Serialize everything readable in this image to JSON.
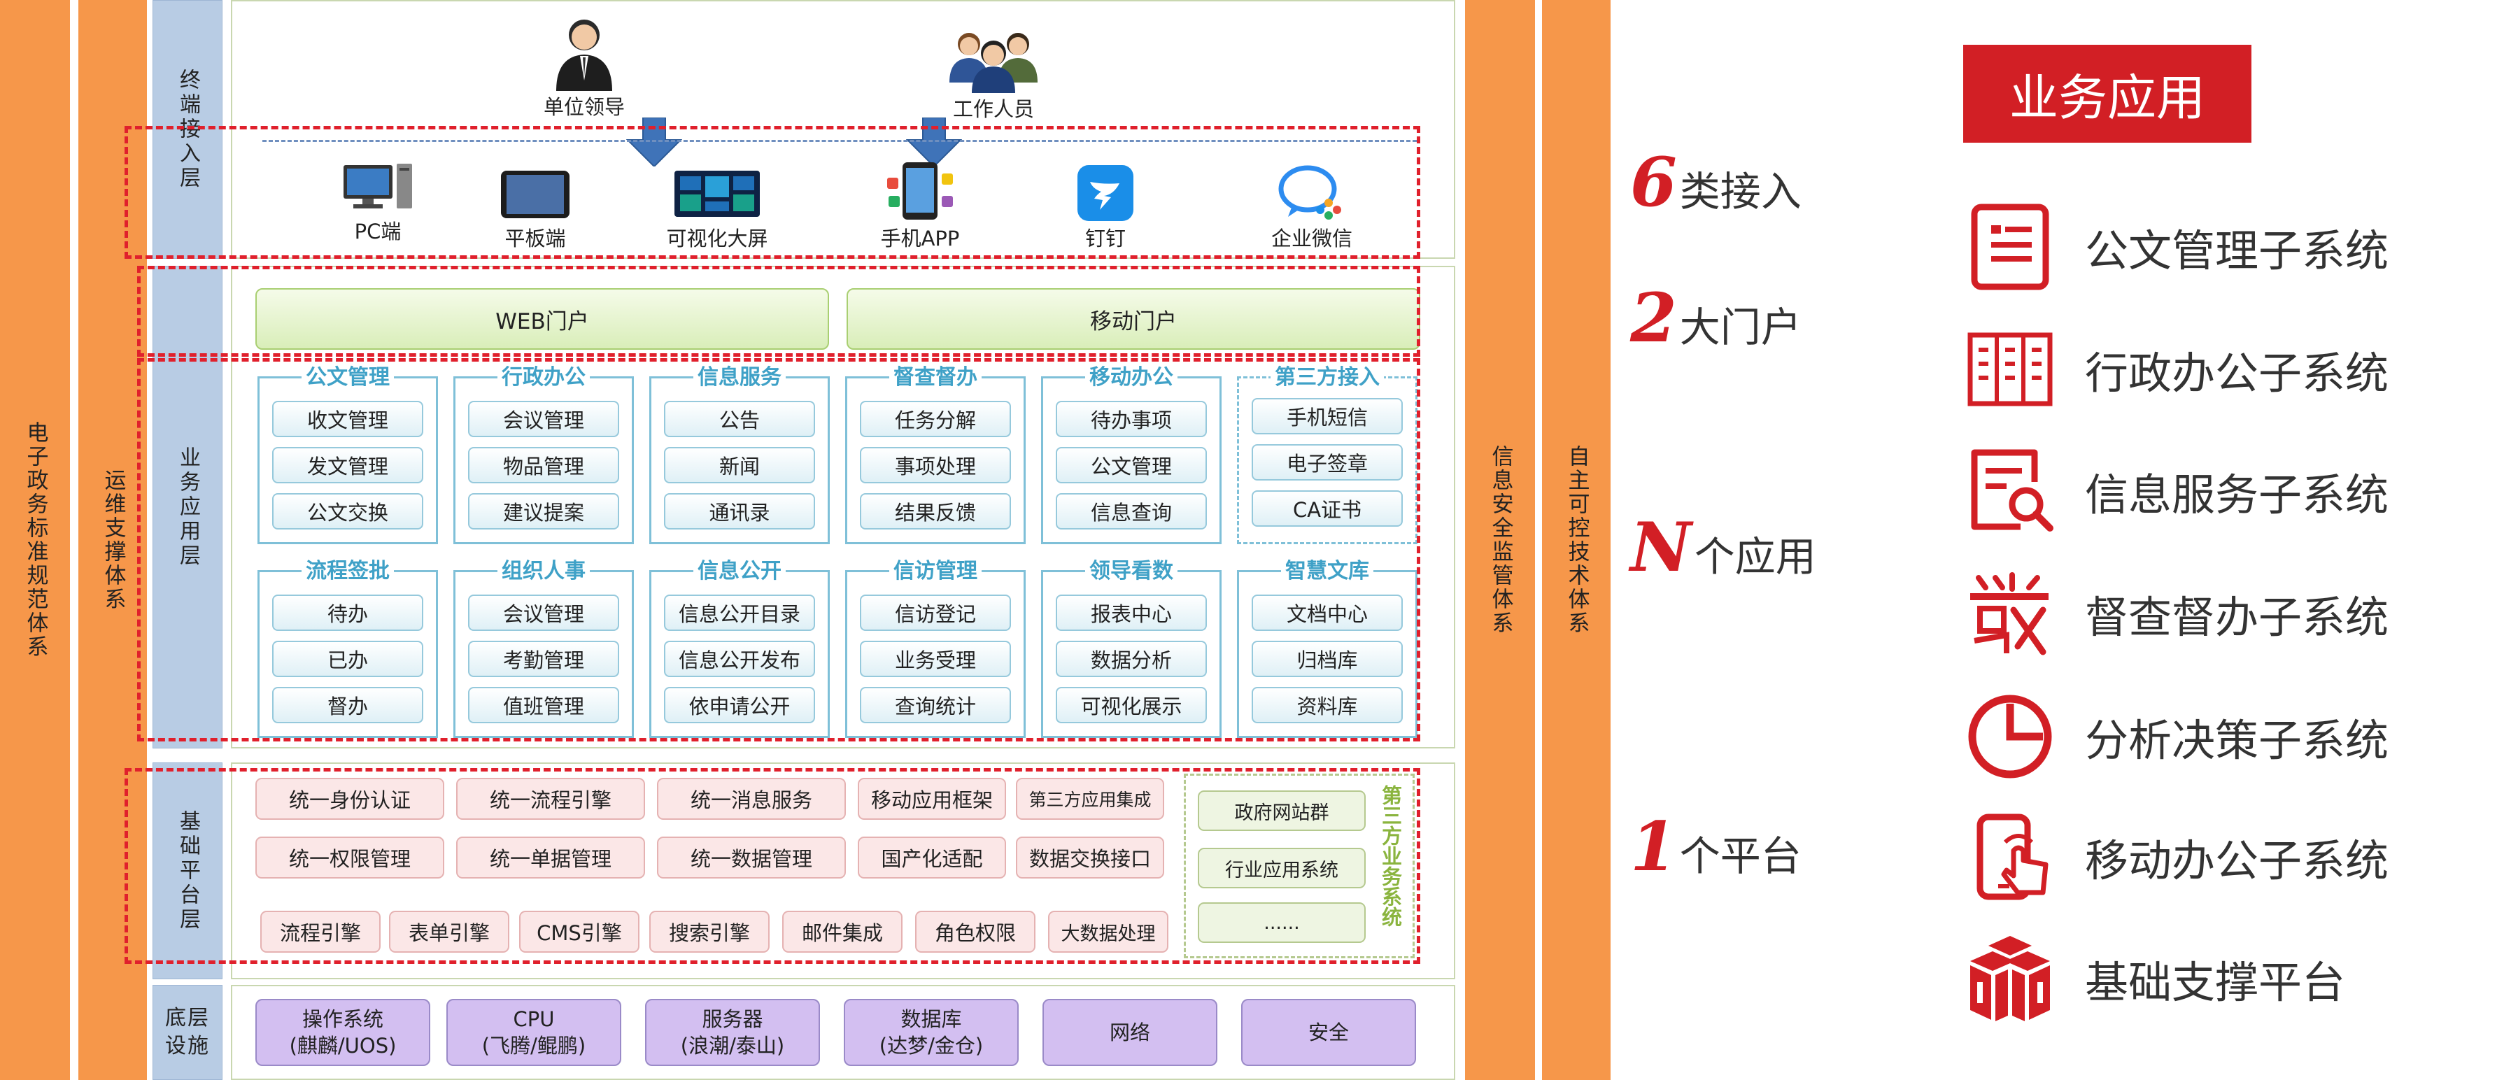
{
  "side_systems": {
    "left_outer": "电子政务标准规范体系",
    "left_inner": "运维支撑体系",
    "right_inner": "信息安全监管体系",
    "right_outer": "自主可控技术体系"
  },
  "layers": {
    "terminal": "终端接入层",
    "business": "业务应用层",
    "platform": "基础平台层",
    "bottom": "底层设施"
  },
  "users": {
    "leader": "单位领导",
    "staff": "工作人员"
  },
  "terminals": [
    "PC端",
    "平板端",
    "可视化大屏",
    "手机APP",
    "钉钉",
    "企业微信"
  ],
  "portals": [
    "WEB门户",
    "移动门户"
  ],
  "app_groups_row1": [
    {
      "title": "公文管理",
      "items": [
        "收文管理",
        "发文管理",
        "公文交换"
      ]
    },
    {
      "title": "行政办公",
      "items": [
        "会议管理",
        "物品管理",
        "建议提案"
      ]
    },
    {
      "title": "信息服务",
      "items": [
        "公告",
        "新闻",
        "通讯录"
      ]
    },
    {
      "title": "督查督办",
      "items": [
        "任务分解",
        "事项处理",
        "结果反馈"
      ]
    },
    {
      "title": "移动办公",
      "items": [
        "待办事项",
        "公文管理",
        "信息查询"
      ]
    },
    {
      "title": "第三方接入",
      "items": [
        "手机短信",
        "电子签章",
        "CA证书"
      ]
    }
  ],
  "app_groups_row2": [
    {
      "title": "流程签批",
      "items": [
        "待办",
        "已办",
        "督办"
      ]
    },
    {
      "title": "组织人事",
      "items": [
        "会议管理",
        "考勤管理",
        "值班管理"
      ]
    },
    {
      "title": "信息公开",
      "items": [
        "信息公开目录",
        "信息公开发布",
        "依申请公开"
      ]
    },
    {
      "title": "信访管理",
      "items": [
        "信访登记",
        "业务受理",
        "查询统计"
      ]
    },
    {
      "title": "领导看数",
      "items": [
        "报表中心",
        "数据分析",
        "可视化展示"
      ]
    },
    {
      "title": "智慧文库",
      "items": [
        "文档中心",
        "归档库",
        "资料库"
      ]
    }
  ],
  "platform": {
    "row1": [
      "统一身份认证",
      "统一流程引擎",
      "统一消息服务",
      "移动应用框架",
      "第三方应用集成"
    ],
    "row2": [
      "统一权限管理",
      "统一单据管理",
      "统一数据管理",
      "国产化适配",
      "数据交换接口"
    ],
    "row3": [
      "流程引擎",
      "表单引擎",
      "CMS引擎",
      "搜索引擎",
      "邮件集成",
      "角色权限",
      "大数据处理"
    ],
    "third_party_title": "第三方业务系统",
    "third_party": [
      "政府网站群",
      "行业应用系统",
      "......"
    ]
  },
  "infrastructure": [
    {
      "name": "操作系统",
      "detail": "(麒麟/UOS)"
    },
    {
      "name": "CPU",
      "detail": "(飞腾/鲲鹏)"
    },
    {
      "name": "服务器",
      "detail": "(浪潮/泰山)"
    },
    {
      "name": "数据库",
      "detail": "(达梦/金仓)"
    },
    {
      "name": "网络",
      "detail": ""
    },
    {
      "name": "安全",
      "detail": ""
    }
  ],
  "summary": [
    {
      "num": "6",
      "label": "类接入"
    },
    {
      "num": "2",
      "label": "大门户"
    },
    {
      "num": "N",
      "label": "个应用"
    },
    {
      "num": "1",
      "label": "个平台"
    }
  ],
  "business_apps": {
    "title": "业务应用",
    "items": [
      {
        "label": "公文管理子系统",
        "icon": "document-icon"
      },
      {
        "label": "行政办公子系统",
        "icon": "cabinet-icon"
      },
      {
        "label": "信息服务子系统",
        "icon": "search-document-icon"
      },
      {
        "label": "督查督办子系统",
        "icon": "supervision-icon"
      },
      {
        "label": "分析决策子系统",
        "icon": "pie-chart-icon"
      },
      {
        "label": "移动办公子系统",
        "icon": "mobile-touch-icon"
      },
      {
        "label": "基础支撑平台",
        "icon": "cubes-icon"
      }
    ]
  },
  "colors": {
    "accent": "#d21f25",
    "side_bar": "#f6974a",
    "layer_label": "#b8cce4",
    "group_title": "#3fa1c7"
  }
}
